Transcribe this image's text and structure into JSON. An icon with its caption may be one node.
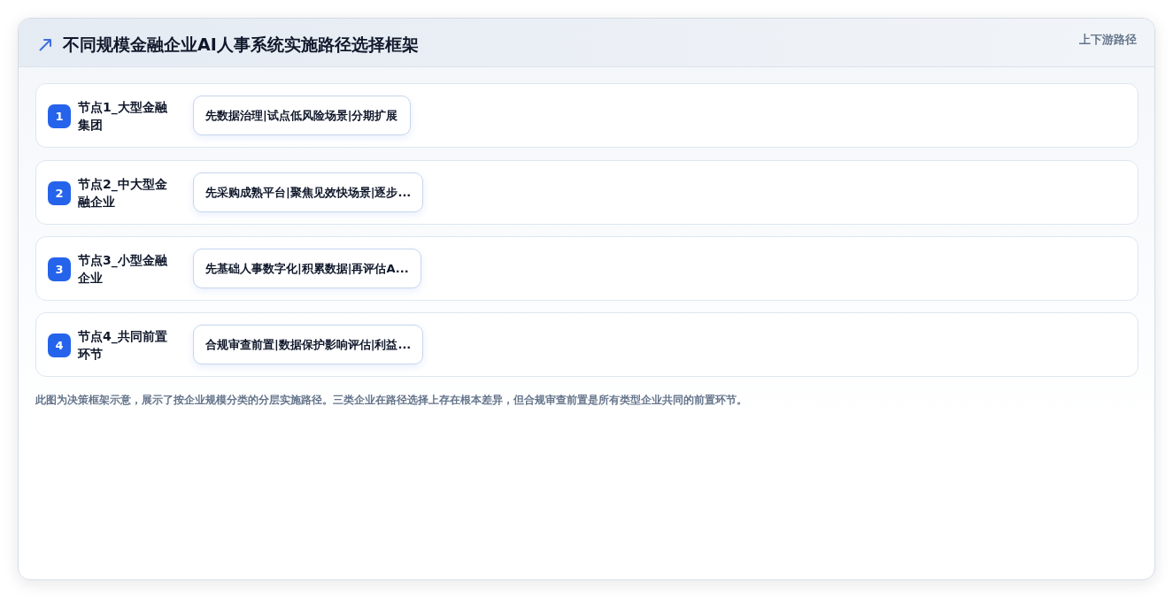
{
  "diagram": {
    "title": "不同规模金融企业AI人事系统实施路径选择框架",
    "caption": "此图为决策框架示意，展示了按企业规模分类的分层实施路径。三类企业在路径选择上存在根本差异，但合规审查前置是所有类型企业共同的前置环节。",
    "nodes": [
      {
        "text": [
          "节点1_大型金融集团"
        ]
      },
      {
        "text": [
          "1"
        ],
        "in": 0
      },
      {
        "text": [
          "先数据治理|试点低风险场景|分期扩展"
        ],
        "in": 0
      },
      {
        "text": [
          "节点2_中大型金融企业"
        ]
      },
      {
        "text": [
          "2"
        ],
        "in": 3
      },
      {
        "text": [
          "先采购成熟平台|聚焦见效快场景|逐步..."
        ],
        "in": 3
      },
      {
        "text": [
          "节点3_小型金融企业"
        ]
      },
      {
        "text": [
          "3"
        ],
        "in": 6
      },
      {
        "text": [
          "先基础人事数字化|积累数据|再评估A..."
        ],
        "in": 6
      },
      {
        "text": [
          "节点4_共同前置环节"
        ]
      },
      {
        "text": [
          "4"
        ],
        "in": 9
      },
      {
        "text": [
          "合规审查前置|数据保护影响评估|利益..."
        ],
        "in": 9
      }
    ],
    "labels": [
      "上下游路径"
    ]
  }
}
